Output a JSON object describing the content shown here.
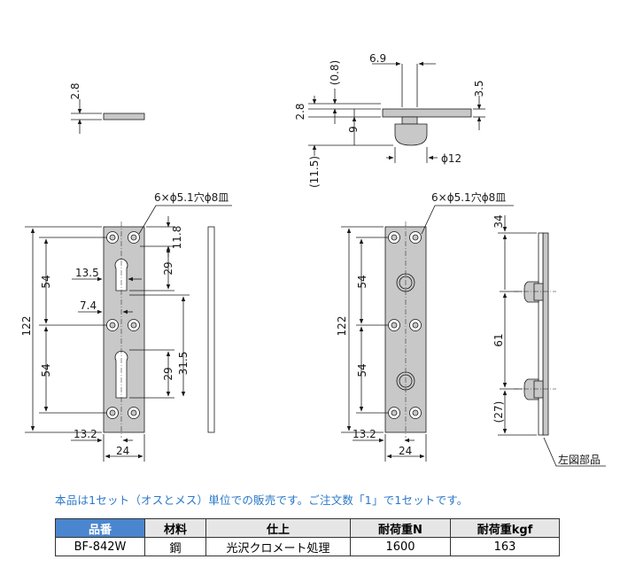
{
  "drawing": {
    "top_left_view": {
      "thickness": "2.8"
    },
    "top_right_view": {
      "dim_6_9": "6.9",
      "dim_3_5": "3.5",
      "dim_0_8": "(0.8)",
      "dim_2_8": "2.8",
      "dim_9": "9",
      "dim_11_5": "(11.5)",
      "dim_phi12": "ϕ12"
    },
    "left_view": {
      "hole_note": "6×ϕ5.1穴ϕ8皿",
      "dim_11_8": "11.8",
      "dim_13_5": "13.5",
      "dim_29_top": "29",
      "dim_54_top": "54",
      "dim_7_4": "7.4",
      "dim_122": "122",
      "dim_54_bottom": "54",
      "dim_29_bottom": "29",
      "dim_31_5": "31.5",
      "dim_13_2": "13.2",
      "dim_24": "24"
    },
    "right_view": {
      "hole_note": "6×ϕ5.1穴ϕ8皿",
      "dim_54_top": "54",
      "dim_122": "122",
      "dim_54_bottom": "54",
      "dim_13_2": "13.2",
      "dim_24": "24"
    },
    "side_view": {
      "dim_34": "34",
      "dim_61": "61",
      "dim_27": "(27)",
      "part_label": "左図部品"
    }
  },
  "note": "本品は1セット（オスとメス）単位での販売です。ご注文数「1」で1セットです。",
  "table": {
    "headers": [
      "品番",
      "材料",
      "仕上",
      "耐荷重N",
      "耐荷重kgf"
    ],
    "row": [
      "BF-842W",
      "鋼",
      "光沢クロメート処理",
      "1600",
      "163"
    ]
  },
  "colors": {
    "part_fill": "#c8c8c8",
    "header_blue": "#4a86cf",
    "note_blue": "#2a78c9"
  }
}
